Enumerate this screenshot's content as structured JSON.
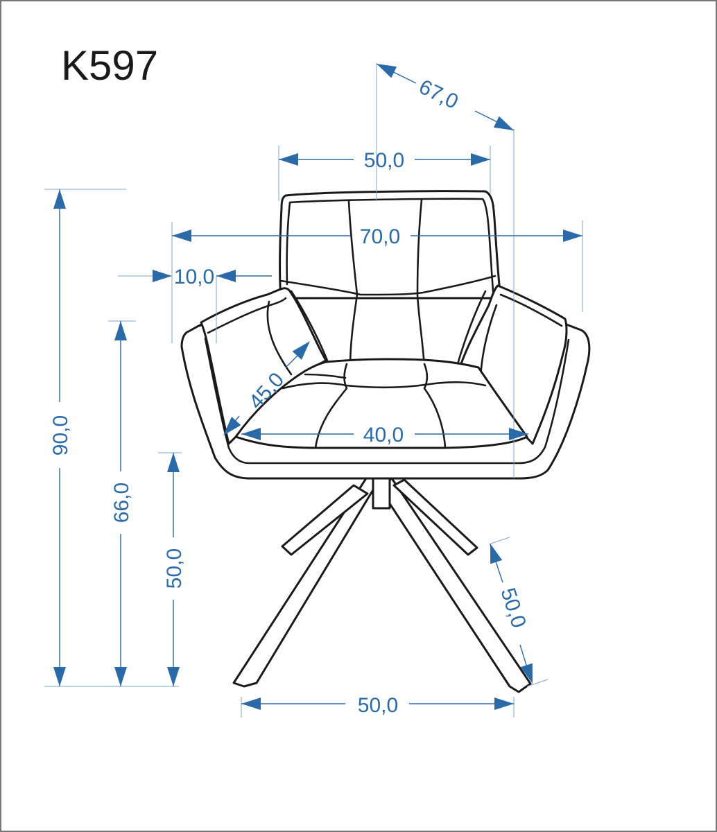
{
  "model": "K597",
  "colors": {
    "dimension": "#2a6aa8",
    "outline": "#1a1a1a",
    "border": "#777777"
  },
  "dimensions": {
    "depth_diagonal": "67,0",
    "backrest_width": "50,0",
    "overall_width": "70,0",
    "armrest_width": "10,0",
    "seat_depth": "45,0",
    "seat_width": "40,0",
    "total_height": "90,0",
    "armrest_height": "66,0",
    "seat_height": "50,0",
    "base_depth": "50,0",
    "base_width": "50,0"
  }
}
